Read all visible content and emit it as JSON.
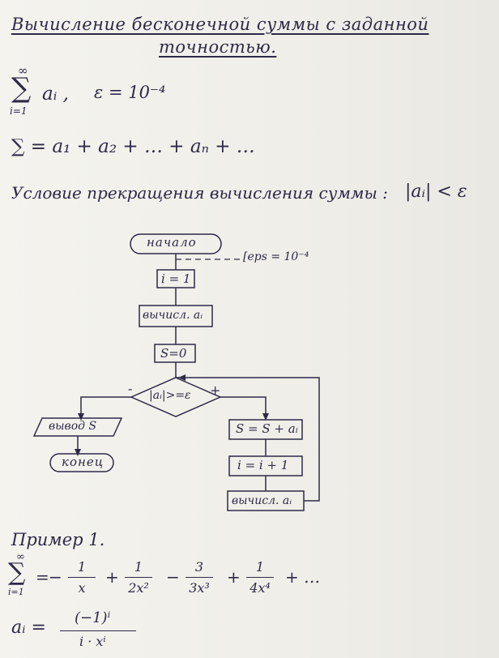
{
  "title": {
    "line1": "Вычисление бесконечной суммы с заданной",
    "line2": "точностью."
  },
  "formula": {
    "sum_top": "∞",
    "sum_bottom": "i=1",
    "term": "aᵢ ,",
    "eps": "ε = 10⁻⁴"
  },
  "series_line": "∑ = a₁ + a₂ + … + aₙ + …",
  "condition": {
    "text": "Условие прекращения вычисления суммы :",
    "expr": "|aᵢ| < ε"
  },
  "flowchart": {
    "start": "начало",
    "comment": "[eps = 10⁻⁴",
    "init_i": "i = 1",
    "calc_a": "вычисл. aᵢ",
    "init_s": "S=0",
    "decision": "|aᵢ|>=ε",
    "no_label": "-",
    "yes_label": "+",
    "output": "вывод S",
    "end": "конец",
    "sum_step": "S = S + aᵢ",
    "inc_i": "i = i + 1",
    "recalc_a": "вычисл. aᵢ"
  },
  "example": {
    "heading": "Пример 1.",
    "sum_top": "∞",
    "sum_bottom": "i=1",
    "eq": "=",
    "terms": [
      {
        "sign": "−",
        "num": "1",
        "den": "x"
      },
      {
        "sign": "+",
        "num": "1",
        "den": "2x²"
      },
      {
        "sign": "−",
        "num": "3",
        "den": "3x³"
      },
      {
        "sign": "+",
        "num": "1",
        "den": "4x⁴"
      }
    ],
    "tail": "+ …",
    "ai_lhs": "aᵢ =",
    "ai_num": "(−1)ⁱ",
    "ai_den": "i · xⁱ"
  }
}
